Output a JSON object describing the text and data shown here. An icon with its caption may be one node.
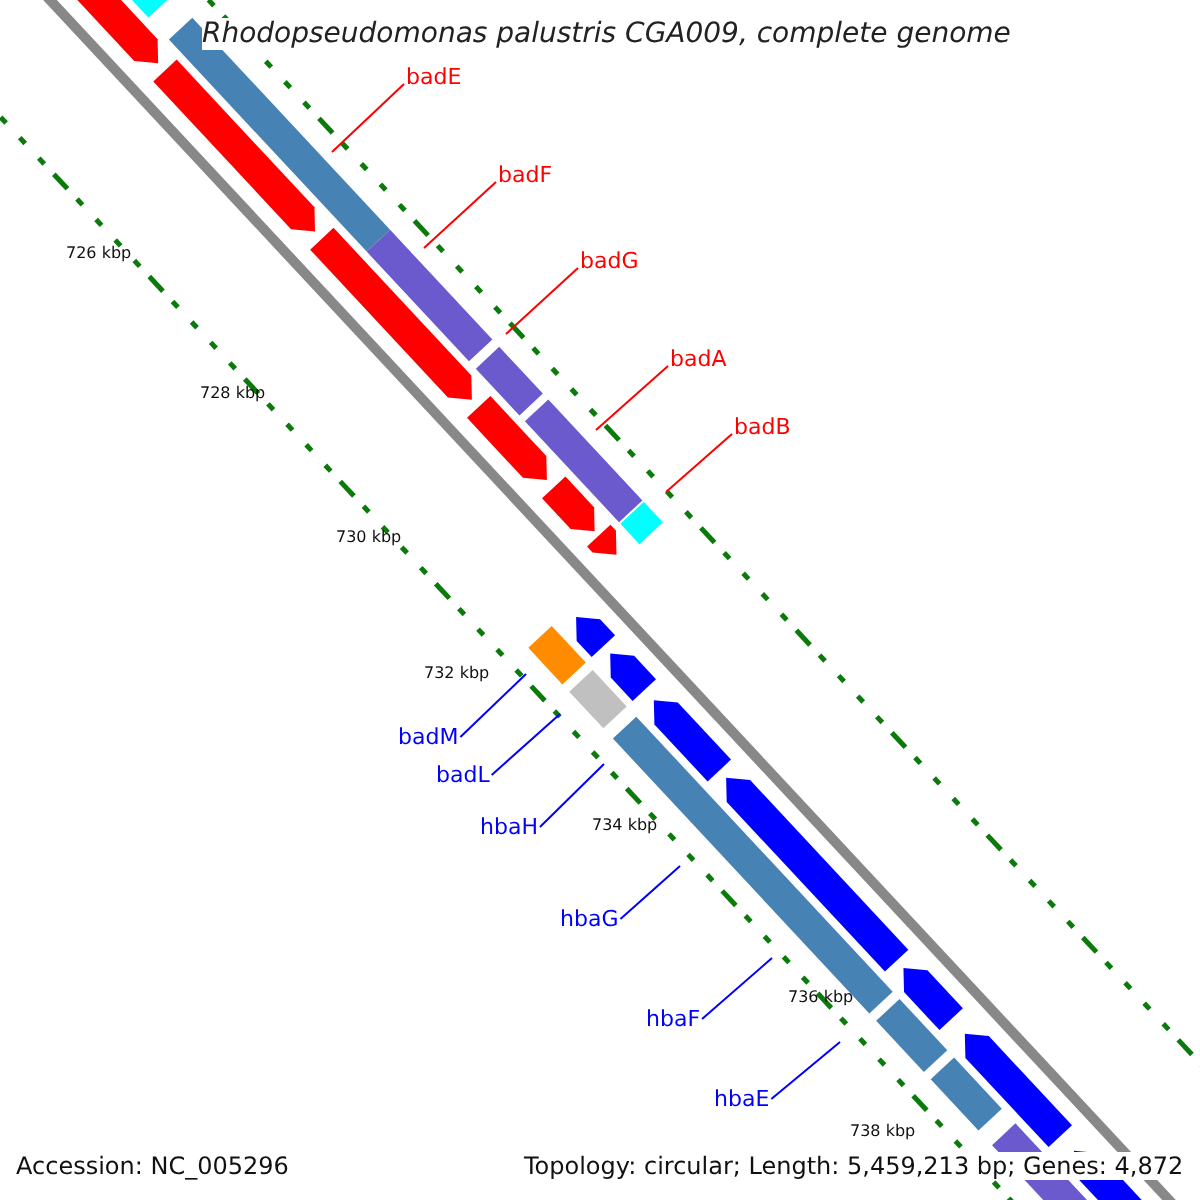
{
  "diagram": {
    "title": "Rhodopseudomonas palustris CGA009, complete genome",
    "nodes": [
      {
        "text": [
          "badE"
        ]
      },
      {
        "text": [
          "badF"
        ]
      },
      {
        "text": [
          "badG"
        ]
      },
      {
        "text": [
          "badA"
        ]
      },
      {
        "text": [
          "badB"
        ]
      },
      {
        "text": [
          "badM"
        ]
      },
      {
        "text": [
          "badL"
        ]
      },
      {
        "text": [
          "hbaH"
        ]
      },
      {
        "text": [
          "hbaG"
        ]
      },
      {
        "text": [
          "hbaF"
        ]
      },
      {
        "text": [
          "hbaE"
        ]
      }
    ],
    "edges": [
      {
        "from": 0,
        "to": null,
        "arrow": "none",
        "color": "#ff0000"
      },
      {
        "from": 1,
        "to": null,
        "arrow": "none",
        "color": "#ff0000"
      },
      {
        "from": 2,
        "to": null,
        "arrow": "none",
        "color": "#ff0000"
      },
      {
        "from": 3,
        "to": null,
        "arrow": "none",
        "color": "#ff0000"
      },
      {
        "from": 4,
        "to": null,
        "arrow": "none",
        "color": "#ff0000"
      },
      {
        "from": 5,
        "to": null,
        "arrow": "none"
      },
      {
        "from": 6,
        "to": null,
        "arrow": "none"
      },
      {
        "from": 7,
        "to": null,
        "arrow": "none"
      },
      {
        "from": 8,
        "to": null,
        "arrow": "none"
      },
      {
        "from": 9,
        "to": null,
        "arrow": "none"
      },
      {
        "from": 10,
        "to": null,
        "arrow": "none"
      }
    ],
    "labels": [
      "726 kbp",
      "728 kbp",
      "730 kbp",
      "732 kbp",
      "734 kbp",
      "736 kbp",
      "738 kbp",
      "Accession: NC_005296",
      "Topology: circular; Length: 5,459,213 bp; Genes: 4,872"
    ]
  }
}
